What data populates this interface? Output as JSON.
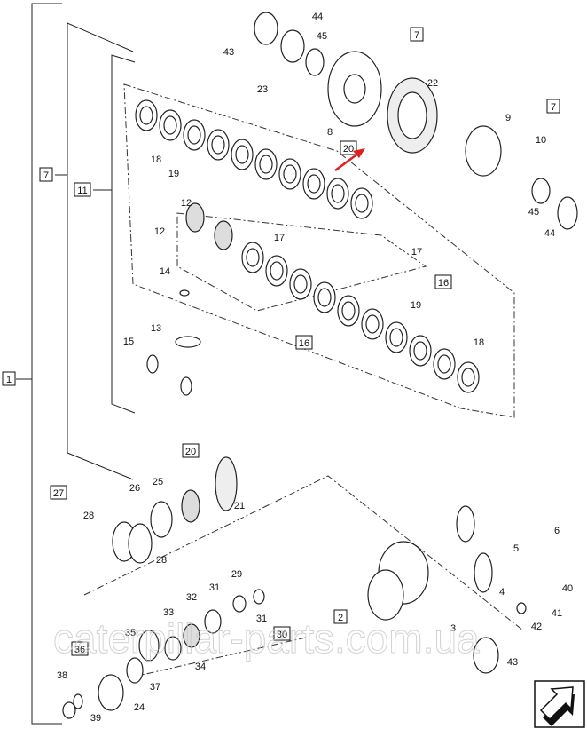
{
  "diagram": {
    "watermark": "caterpillar-parts.com.ua",
    "callouts": [
      {
        "text": "44",
        "boxed": false
      },
      {
        "text": "43",
        "boxed": false
      },
      {
        "text": "45",
        "boxed": false
      },
      {
        "text": "7",
        "boxed": true
      },
      {
        "text": "23",
        "boxed": false
      },
      {
        "text": "22",
        "boxed": false
      },
      {
        "text": "8",
        "boxed": false
      },
      {
        "text": "20",
        "boxed": true
      },
      {
        "text": "9",
        "boxed": false
      },
      {
        "text": "7",
        "boxed": true
      },
      {
        "text": "10",
        "boxed": false
      },
      {
        "text": "45",
        "boxed": false
      },
      {
        "text": "44",
        "boxed": false
      },
      {
        "text": "18",
        "boxed": false
      },
      {
        "text": "19",
        "boxed": false
      },
      {
        "text": "7",
        "boxed": true
      },
      {
        "text": "11",
        "boxed": true
      },
      {
        "text": "12",
        "boxed": false
      },
      {
        "text": "12",
        "boxed": false
      },
      {
        "text": "17",
        "boxed": false
      },
      {
        "text": "17",
        "boxed": false
      },
      {
        "text": "16",
        "boxed": true
      },
      {
        "text": "14",
        "boxed": false
      },
      {
        "text": "13",
        "boxed": false
      },
      {
        "text": "15",
        "boxed": false
      },
      {
        "text": "19",
        "boxed": false
      },
      {
        "text": "16",
        "boxed": true
      },
      {
        "text": "18",
        "boxed": false
      },
      {
        "text": "1",
        "boxed": true
      },
      {
        "text": "20",
        "boxed": true
      },
      {
        "text": "25",
        "boxed": false
      },
      {
        "text": "26",
        "boxed": false
      },
      {
        "text": "21",
        "boxed": false
      },
      {
        "text": "27",
        "boxed": true
      },
      {
        "text": "28",
        "boxed": false
      },
      {
        "text": "28",
        "boxed": false
      },
      {
        "text": "29",
        "boxed": false
      },
      {
        "text": "31",
        "boxed": false
      },
      {
        "text": "31",
        "boxed": false
      },
      {
        "text": "32",
        "boxed": false
      },
      {
        "text": "33",
        "boxed": false
      },
      {
        "text": "30",
        "boxed": true
      },
      {
        "text": "35",
        "boxed": false
      },
      {
        "text": "36",
        "boxed": true
      },
      {
        "text": "34",
        "boxed": false
      },
      {
        "text": "38",
        "boxed": false
      },
      {
        "text": "37",
        "boxed": false
      },
      {
        "text": "24",
        "boxed": false
      },
      {
        "text": "39",
        "boxed": false
      },
      {
        "text": "6",
        "boxed": false
      },
      {
        "text": "5",
        "boxed": false
      },
      {
        "text": "4",
        "boxed": false
      },
      {
        "text": "40",
        "boxed": false
      },
      {
        "text": "41",
        "boxed": false
      },
      {
        "text": "42",
        "boxed": false
      },
      {
        "text": "2",
        "boxed": true
      },
      {
        "text": "3",
        "boxed": false
      },
      {
        "text": "43",
        "boxed": false
      }
    ],
    "accent_arrow_color": "#e02020",
    "nav_icon": "next-page-arrow-icon"
  }
}
